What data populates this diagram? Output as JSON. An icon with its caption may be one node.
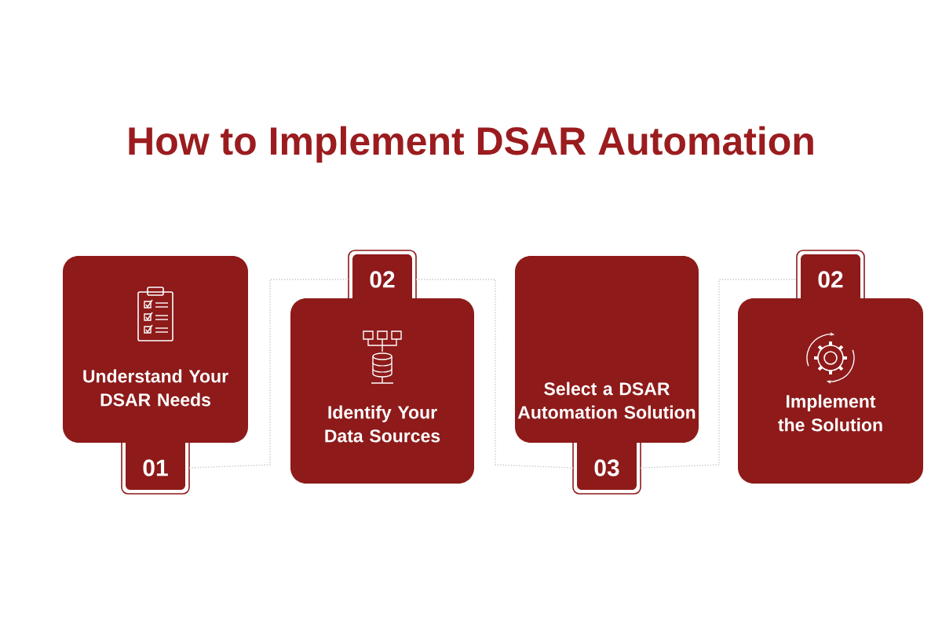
{
  "diagram": {
    "title": "How to Implement DSAR Automation",
    "nodes": [
      {
        "text": [
          "Understand Your DSAR Needs",
          "01"
        ]
      },
      {
        "text": [
          "02",
          "Identify Your Data Sources"
        ]
      },
      {
        "text": [
          "Select a DSAR Automation Solution",
          "03"
        ]
      },
      {
        "text": [
          "02",
          "Implement the Solution"
        ]
      }
    ],
    "edges": [
      {
        "from": 0,
        "to": 1,
        "arrow": "none",
        "style": "dashed"
      },
      {
        "from": 1,
        "to": 2,
        "arrow": "none",
        "style": "dashed"
      },
      {
        "from": 2,
        "to": 3,
        "arrow": "none",
        "style": "dashed"
      }
    ]
  }
}
